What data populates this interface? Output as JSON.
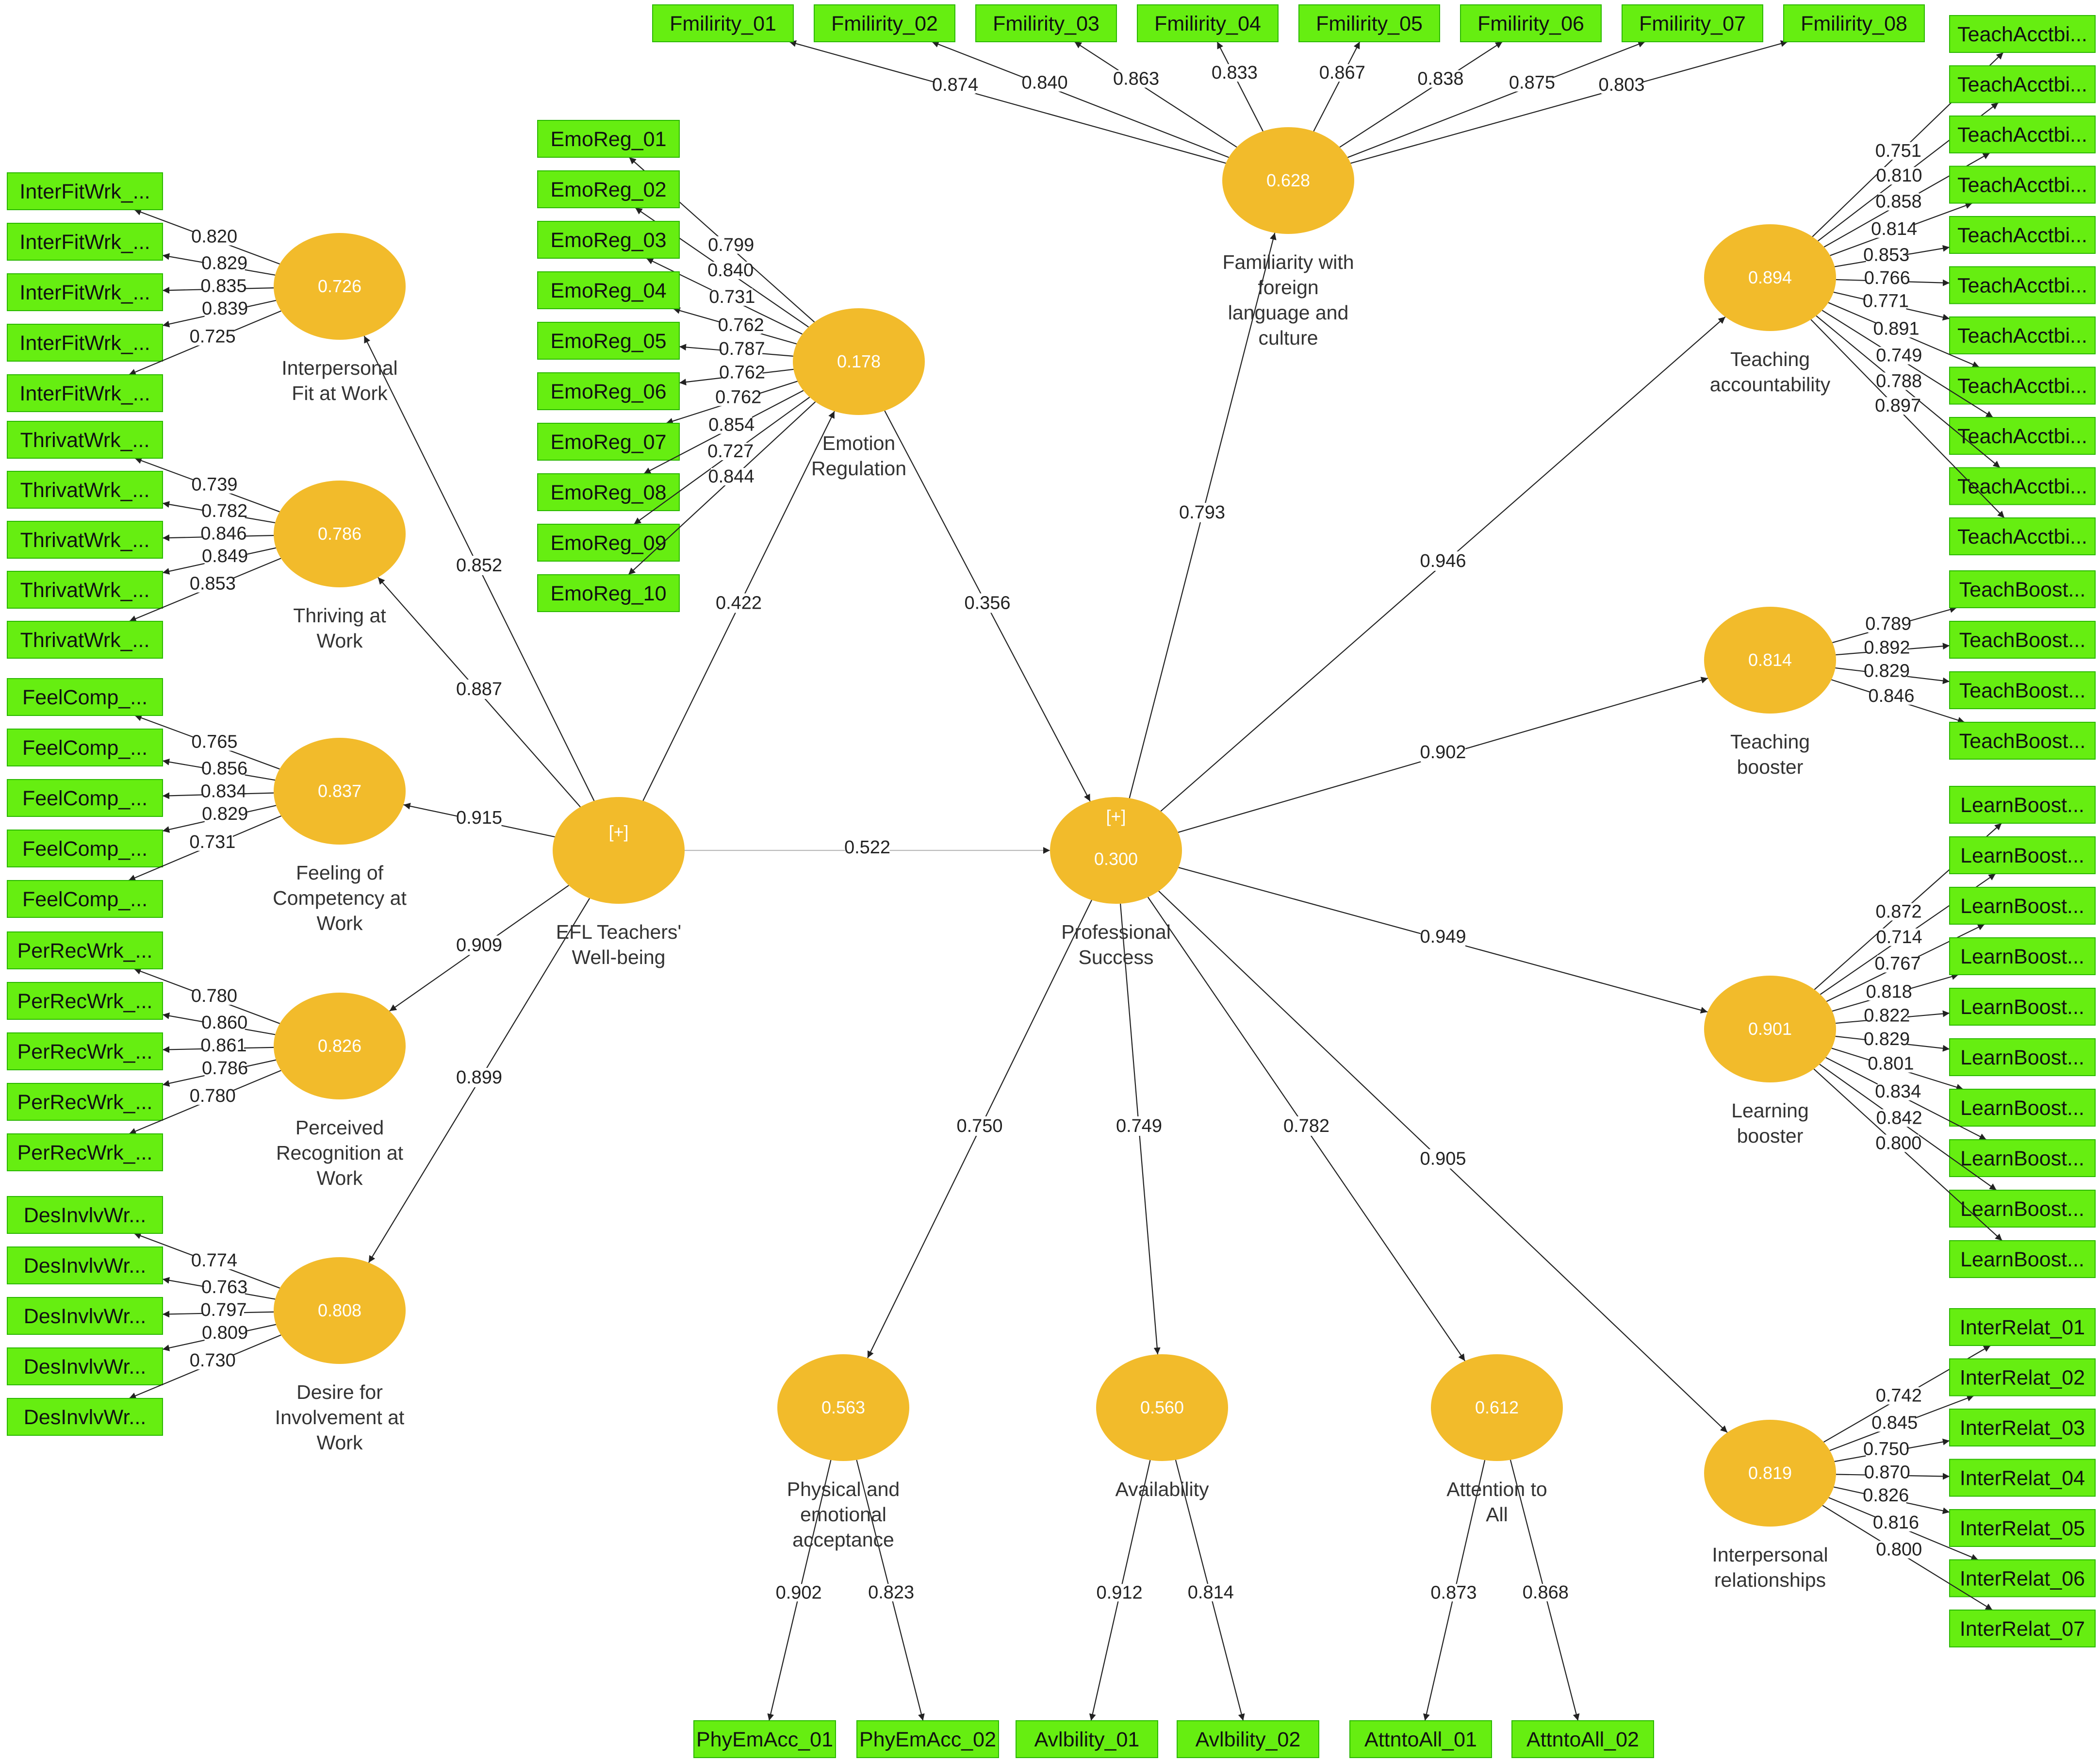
{
  "constructs": [
    {
      "id": "wb",
      "r2": "[+]",
      "label": [
        "EFL Teachers'",
        "Well-being"
      ]
    },
    {
      "id": "ps",
      "r2": "[+]",
      "r2b": "0.300",
      "label": [
        "Professional",
        "Success"
      ]
    },
    {
      "id": "er",
      "r2": "0.178",
      "label": [
        "Emotion",
        "Regulation"
      ]
    },
    {
      "id": "ifw",
      "r2": "0.726",
      "label": [
        "Interpersonal",
        "Fit at Work"
      ]
    },
    {
      "id": "thr",
      "r2": "0.786",
      "label": [
        "Thriving at",
        "Work"
      ]
    },
    {
      "id": "fcw",
      "r2": "0.837",
      "label": [
        "Feeling of",
        "Competency at",
        "Work"
      ]
    },
    {
      "id": "prw",
      "r2": "0.826",
      "label": [
        "Perceived",
        "Recognition at",
        "Work"
      ]
    },
    {
      "id": "diw",
      "r2": "0.808",
      "label": [
        "Desire for",
        "Involvement at",
        "Work"
      ]
    },
    {
      "id": "fam",
      "r2": "0.628",
      "label": [
        "Familiarity with",
        "foreign",
        "language and",
        "culture"
      ]
    },
    {
      "id": "ta",
      "r2": "0.894",
      "label": [
        "Teaching",
        "accountability"
      ]
    },
    {
      "id": "tb",
      "r2": "0.814",
      "label": [
        "Teaching",
        "booster"
      ]
    },
    {
      "id": "lb",
      "r2": "0.901",
      "label": [
        "Learning",
        "booster"
      ]
    },
    {
      "id": "ir",
      "r2": "0.819",
      "label": [
        "Interpersonal",
        "relationships"
      ]
    },
    {
      "id": "pea",
      "r2": "0.563",
      "label": [
        "Physical and",
        "emotional",
        "acceptance"
      ]
    },
    {
      "id": "av",
      "r2": "0.560",
      "label": [
        "Availability"
      ]
    },
    {
      "id": "att",
      "r2": "0.612",
      "label": [
        "Attention to",
        "All"
      ]
    }
  ],
  "structural_paths": [
    {
      "from": "wb",
      "to": "ifw",
      "w": "0.852"
    },
    {
      "from": "wb",
      "to": "thr",
      "w": "0.887"
    },
    {
      "from": "wb",
      "to": "fcw",
      "w": "0.915"
    },
    {
      "from": "wb",
      "to": "prw",
      "w": "0.909"
    },
    {
      "from": "wb",
      "to": "diw",
      "w": "0.899"
    },
    {
      "from": "wb",
      "to": "er",
      "w": "0.422"
    },
    {
      "from": "wb",
      "to": "ps",
      "w": "0.522"
    },
    {
      "from": "er",
      "to": "ps",
      "w": "0.356"
    },
    {
      "from": "ps",
      "to": "fam",
      "w": "0.793"
    },
    {
      "from": "ps",
      "to": "ta",
      "w": "0.946"
    },
    {
      "from": "ps",
      "to": "tb",
      "w": "0.902"
    },
    {
      "from": "ps",
      "to": "lb",
      "w": "0.949"
    },
    {
      "from": "ps",
      "to": "ir",
      "w": "0.905"
    },
    {
      "from": "ps",
      "to": "pea",
      "w": "0.750"
    },
    {
      "from": "ps",
      "to": "av",
      "w": "0.749"
    },
    {
      "from": "ps",
      "to": "att",
      "w": "0.782"
    }
  ],
  "indicator_groups": [
    {
      "construct": "ifw",
      "side": "left",
      "names": [
        "InterFitWrk_...",
        "InterFitWrk_...",
        "InterFitWrk_...",
        "InterFitWrk_...",
        "InterFitWrk_..."
      ],
      "loadings": [
        "0.820",
        "0.829",
        "0.835",
        "0.839",
        "0.725"
      ]
    },
    {
      "construct": "thr",
      "side": "left",
      "names": [
        "ThrivatWrk_...",
        "ThrivatWrk_...",
        "ThrivatWrk_...",
        "ThrivatWrk_...",
        "ThrivatWrk_..."
      ],
      "loadings": [
        "0.739",
        "0.782",
        "0.846",
        "0.849",
        "0.853"
      ]
    },
    {
      "construct": "fcw",
      "side": "left",
      "names": [
        "FeelComp_...",
        "FeelComp_...",
        "FeelComp_...",
        "FeelComp_...",
        "FeelComp_..."
      ],
      "loadings": [
        "0.765",
        "0.856",
        "0.834",
        "0.829",
        "0.731"
      ]
    },
    {
      "construct": "prw",
      "side": "left",
      "names": [
        "PerRecWrk_...",
        "PerRecWrk_...",
        "PerRecWrk_...",
        "PerRecWrk_...",
        "PerRecWrk_..."
      ],
      "loadings": [
        "0.780",
        "0.860",
        "0.861",
        "0.786",
        "0.780"
      ]
    },
    {
      "construct": "diw",
      "side": "left",
      "names": [
        "DesInvlvWr...",
        "DesInvlvWr...",
        "DesInvlvWr...",
        "DesInvlvWr...",
        "DesInvlvWr..."
      ],
      "loadings": [
        "0.774",
        "0.763",
        "0.797",
        "0.809",
        "0.730"
      ]
    },
    {
      "construct": "er",
      "side": "left",
      "names": [
        "EmoReg_01",
        "EmoReg_02",
        "EmoReg_03",
        "EmoReg_04",
        "EmoReg_05",
        "EmoReg_06",
        "EmoReg_07",
        "EmoReg_08",
        "EmoReg_09",
        "EmoReg_10"
      ],
      "loadings": [
        "0.799",
        "0.840",
        "0.731",
        "0.762",
        "0.787",
        "0.762",
        "0.762",
        "0.854",
        "0.727",
        "0.844"
      ]
    },
    {
      "construct": "fam",
      "side": "top",
      "names": [
        "Fmilirity_01",
        "Fmilirity_02",
        "Fmilirity_03",
        "Fmilirity_04",
        "Fmilirity_05",
        "Fmilirity_06",
        "Fmilirity_07",
        "Fmilirity_08"
      ],
      "loadings": [
        "0.874",
        "0.840",
        "0.863",
        "0.833",
        "0.867",
        "0.838",
        "0.875",
        "0.803"
      ]
    },
    {
      "construct": "ta",
      "side": "right",
      "names": [
        "TeachAcctbi...",
        "TeachAcctbi...",
        "TeachAcctbi...",
        "TeachAcctbi...",
        "TeachAcctbi...",
        "TeachAcctbi...",
        "TeachAcctbi...",
        "TeachAcctbi...",
        "TeachAcctbi...",
        "TeachAcctbi...",
        "TeachAcctbi..."
      ],
      "loadings": [
        "0.751",
        "0.810",
        "0.858",
        "0.814",
        "0.853",
        "0.766",
        "0.771",
        "0.891",
        "0.749",
        "0.788",
        "0.897"
      ]
    },
    {
      "construct": "tb",
      "side": "right",
      "names": [
        "TeachBoost...",
        "TeachBoost...",
        "TeachBoost...",
        "TeachBoost..."
      ],
      "loadings": [
        "0.789",
        "0.892",
        "0.829",
        "0.846"
      ]
    },
    {
      "construct": "lb",
      "side": "right",
      "names": [
        "LearnBoost...",
        "LearnBoost...",
        "LearnBoost...",
        "LearnBoost...",
        "LearnBoost...",
        "LearnBoost...",
        "LearnBoost...",
        "LearnBoost...",
        "LearnBoost...",
        "LearnBoost..."
      ],
      "loadings": [
        "0.872",
        "0.714",
        "0.767",
        "0.818",
        "0.822",
        "0.829",
        "0.801",
        "0.834",
        "0.842",
        "0.800"
      ]
    },
    {
      "construct": "ir",
      "side": "right",
      "names": [
        "InterRelat_01",
        "InterRelat_02",
        "InterRelat_03",
        "InterRelat_04",
        "InterRelat_05",
        "InterRelat_06",
        "InterRelat_07"
      ],
      "loadings": [
        "0.742",
        "0.845",
        "0.750",
        "0.870",
        "0.826",
        "0.816",
        "0.800"
      ]
    },
    {
      "construct": "pea",
      "side": "bottom",
      "names": [
        "PhyEmAcc_01",
        "PhyEmAcc_02"
      ],
      "loadings": [
        "0.902",
        "0.823"
      ]
    },
    {
      "construct": "av",
      "side": "bottom",
      "names": [
        "Avlbility_01",
        "Avlbility_02"
      ],
      "loadings": [
        "0.912",
        "0.814"
      ]
    },
    {
      "construct": "att",
      "side": "bottom",
      "names": [
        "AttntoAll_01",
        "AttntoAll_02"
      ],
      "loadings": [
        "0.873",
        "0.868"
      ]
    }
  ],
  "colors": {
    "construct": "#f2bb2b",
    "indicator": "#66ee11",
    "indicator_border": "#2ab800",
    "line": "#222222"
  }
}
